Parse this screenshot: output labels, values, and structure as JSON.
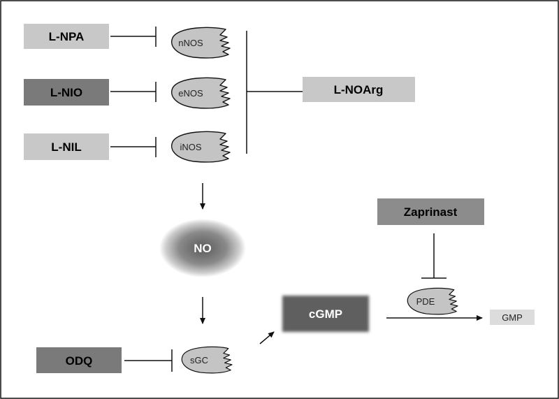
{
  "inhibitors": {
    "lnpa": "L-NPA",
    "lnio": "L-NIO",
    "lnil": "L-NIL",
    "lnoarg": "L-NOArg",
    "odq": "ODQ",
    "zaprinast": "Zaprinast"
  },
  "enzymes": {
    "nnos": "nNOS",
    "enos": "eNOS",
    "inos": "iNOS",
    "sgc": "sGC",
    "pde": "PDE"
  },
  "molecules": {
    "no": "NO",
    "cgmp": "cGMP",
    "gmp": "GMP"
  },
  "colors": {
    "light_box": "#c8c8c8",
    "dark_box": "#7a7a7a",
    "mid_box": "#8c8c8c",
    "enzyme_fill": "#c4c4c4",
    "cgmp_box": "#5f5f5f",
    "gmp_box": "#dcdcdc"
  }
}
